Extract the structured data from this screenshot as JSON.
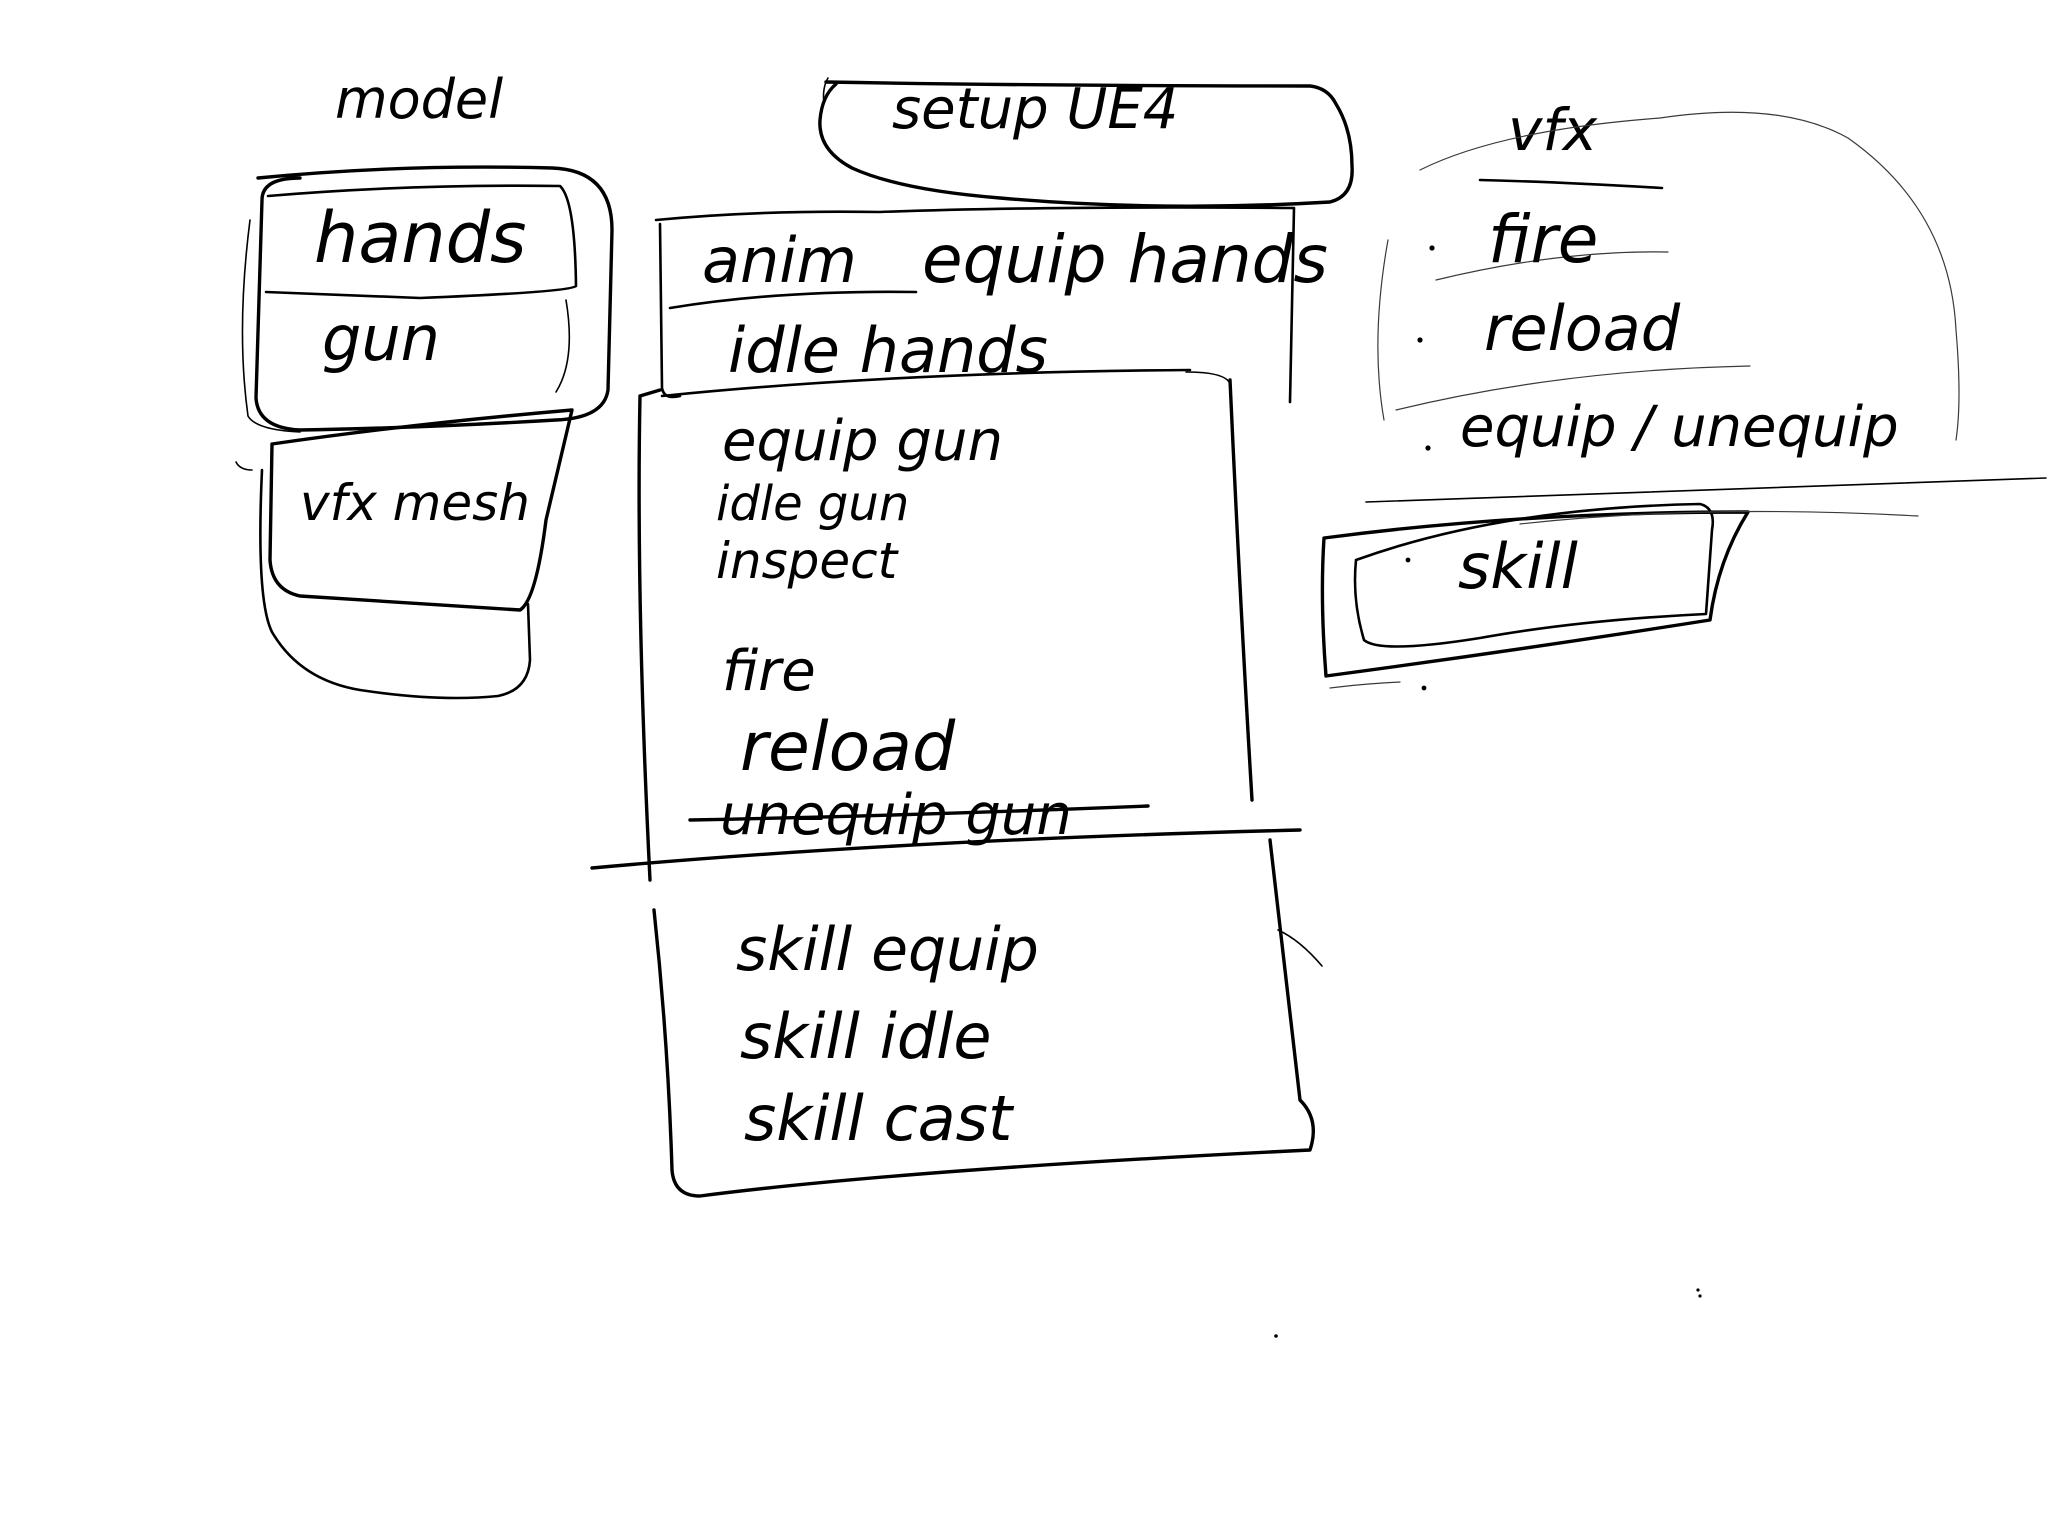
{
  "model": {
    "title": "model",
    "items": [
      "hands",
      "gun"
    ],
    "vfx_mesh": "vfx mesh"
  },
  "setup": {
    "label": "setup UE4"
  },
  "anim": {
    "header_left": "anim",
    "header_right": "equip hands",
    "idle_hands": "idle hands",
    "gun_items": [
      "equip gun",
      "idle gun",
      "inspect",
      "fire",
      "reload"
    ],
    "struck_item": "unequip gun",
    "skill_items": [
      "skill equip",
      "skill idle",
      "skill cast"
    ]
  },
  "vfx": {
    "title": "vfx",
    "items": [
      "fire",
      "reload",
      "equip / unequip"
    ],
    "skill": "skill"
  }
}
